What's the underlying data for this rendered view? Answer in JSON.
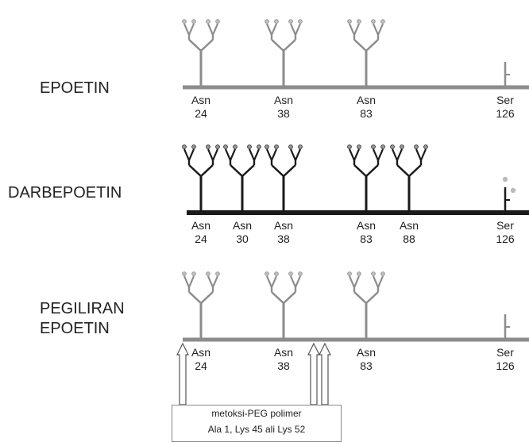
{
  "colors": {
    "gray": "#8c8c8c",
    "black": "#1a1a1a",
    "arrow": "#555555"
  },
  "rows": [
    {
      "name": "epoetin",
      "label_lines": [
        "EPOETIN"
      ],
      "color": "gray",
      "sites": [
        {
          "aa": "Asn",
          "num": "24",
          "type": "N-glycan"
        },
        {
          "aa": "Asn",
          "num": "38",
          "type": "N-glycan"
        },
        {
          "aa": "Asn",
          "num": "83",
          "type": "N-glycan"
        },
        {
          "aa": "Ser",
          "num": "126",
          "type": "O-glycan"
        }
      ]
    },
    {
      "name": "darbepoetin",
      "label_lines": [
        "DARBEPOETIN"
      ],
      "color": "black",
      "sites": [
        {
          "aa": "Asn",
          "num": "24",
          "type": "N-glycan"
        },
        {
          "aa": "Asn",
          "num": "30",
          "type": "N-glycan"
        },
        {
          "aa": "Asn",
          "num": "38",
          "type": "N-glycan"
        },
        {
          "aa": "Asn",
          "num": "83",
          "type": "N-glycan"
        },
        {
          "aa": "Asn",
          "num": "88",
          "type": "N-glycan"
        },
        {
          "aa": "Ser",
          "num": "126",
          "type": "O-glycan"
        }
      ]
    },
    {
      "name": "pegylated-epoetin",
      "label_lines": [
        "PEGILIRAN",
        "EPOETIN"
      ],
      "color": "gray",
      "sites": [
        {
          "aa": "Asn",
          "num": "24",
          "type": "N-glycan"
        },
        {
          "aa": "Asn",
          "num": "38",
          "type": "N-glycan"
        },
        {
          "aa": "Asn",
          "num": "83",
          "type": "N-glycan"
        },
        {
          "aa": "Ser",
          "num": "126",
          "type": "O-glycan"
        }
      ]
    }
  ],
  "peg": {
    "line1": "metoksi-PEG polimer",
    "line2": "Ala 1, Lys 45 ali Lys 52"
  }
}
